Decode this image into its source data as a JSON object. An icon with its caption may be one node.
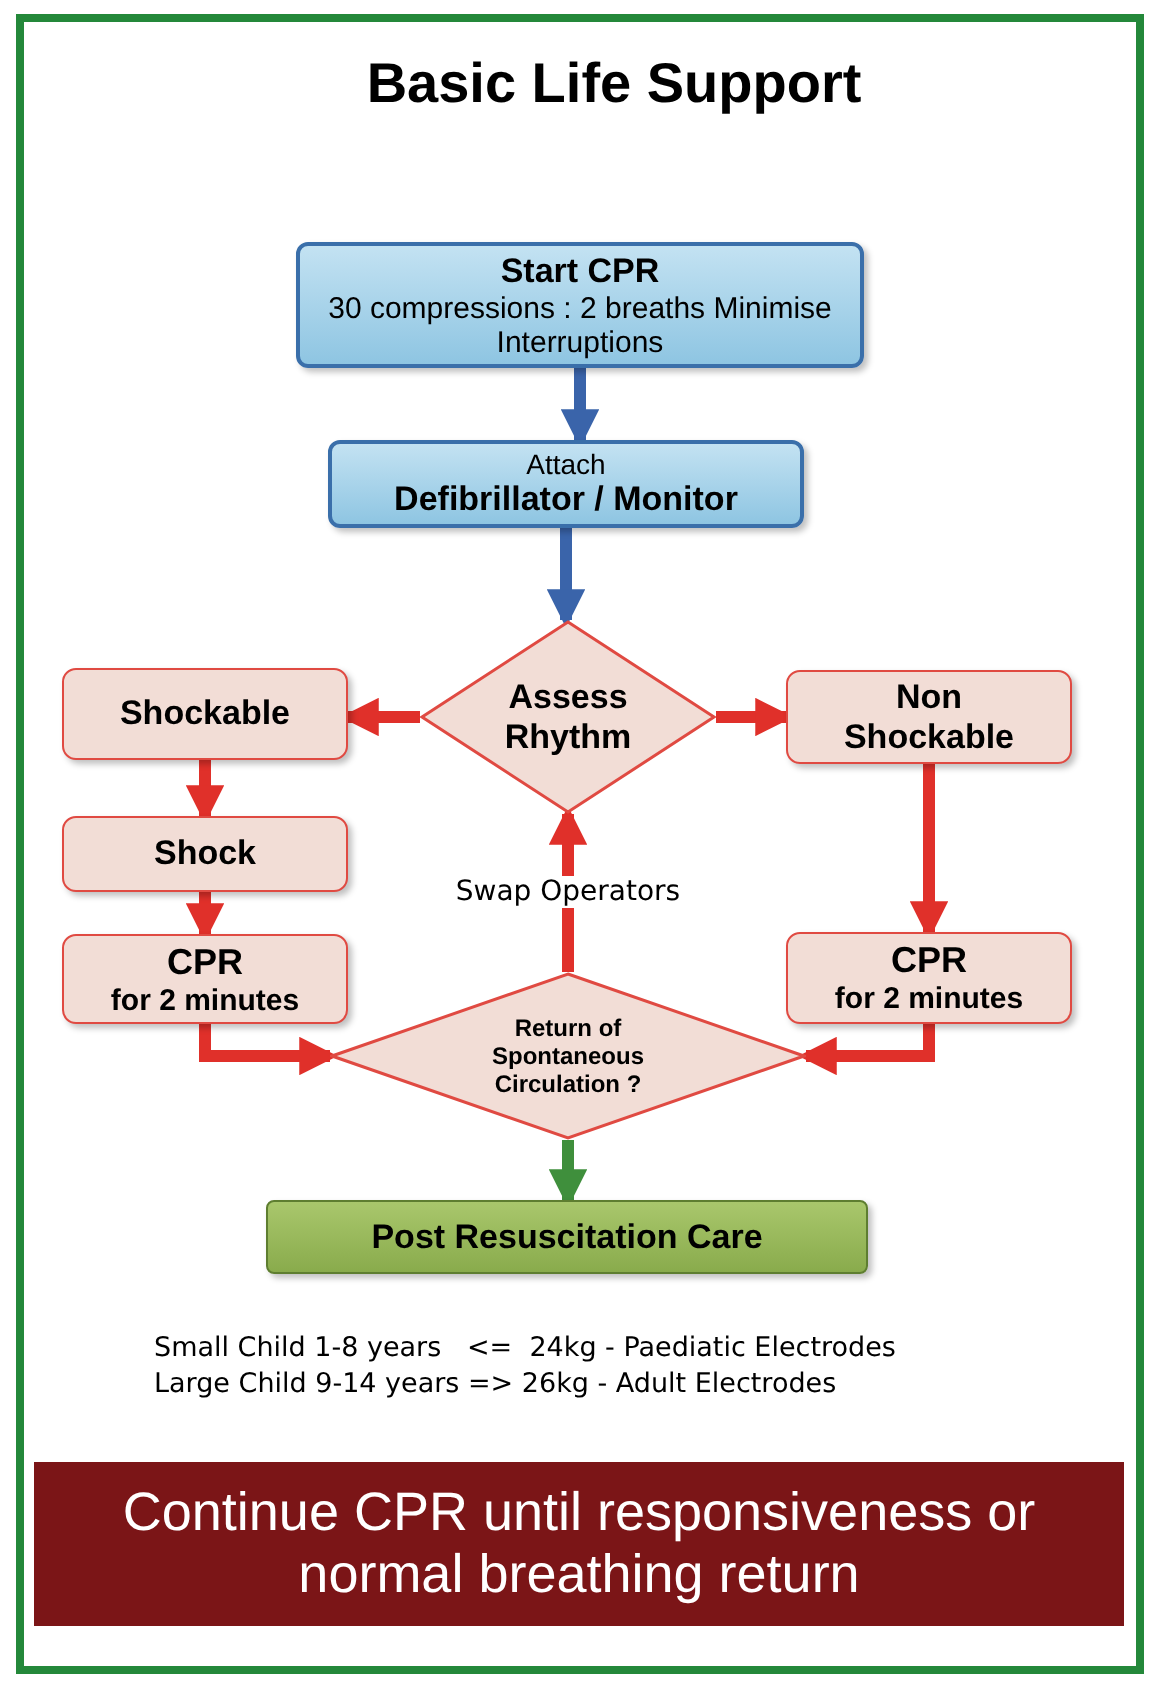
{
  "diagram": {
    "title": "Basic Life Support",
    "nodes": [
      {
        "text": [
          "Start CPR",
          "30 compressions : 2 breaths Minimise Interruptions"
        ]
      },
      {
        "text": [
          "Attach",
          "Defibrillator / Monitor"
        ]
      },
      {
        "text": [
          "Assess Rhythm"
        ]
      },
      {
        "text": [
          "Shockable"
        ]
      },
      {
        "text": [
          "Non Shockable"
        ]
      },
      {
        "text": [
          "Shock"
        ]
      },
      {
        "text": [
          "CPR",
          "for 2 minutes"
        ]
      },
      {
        "text": [
          "CPR",
          "for 2 minutes"
        ]
      },
      {
        "text": [
          "Return of Spontaneous Circulation ?"
        ]
      },
      {
        "text": [
          "Post Resuscitation Care"
        ]
      },
      {
        "text": [
          "Continue CPR until responsiveness or normal breathing return"
        ]
      }
    ],
    "edges": [
      {
        "from": 0,
        "to": 1,
        "arrow": "to",
        "color": "#3a64aa"
      },
      {
        "from": 1,
        "to": 2,
        "arrow": "to",
        "color": "#3a64aa"
      },
      {
        "from": 2,
        "to": 3,
        "arrow": "to"
      },
      {
        "from": 2,
        "to": 4,
        "arrow": "to"
      },
      {
        "from": 3,
        "to": 5,
        "arrow": "to"
      },
      {
        "from": 5,
        "to": 6,
        "arrow": "to"
      },
      {
        "from": 4,
        "to": 7,
        "arrow": "to"
      },
      {
        "from": 6,
        "to": 8,
        "arrow": "to"
      },
      {
        "from": 7,
        "to": 8,
        "arrow": "to"
      },
      {
        "from": 8,
        "to": 2,
        "arrow": "to",
        "label": "Swap Operators"
      },
      {
        "from": 8,
        "to": 9,
        "arrow": "to",
        "color": "#3f8f3c"
      }
    ],
    "labels": [
      "Small Child 1-8 years   <=  24kg - Paediatic Electrodes",
      "Large Child 9-14 years => 26kg - Adult Electrodes"
    ]
  }
}
